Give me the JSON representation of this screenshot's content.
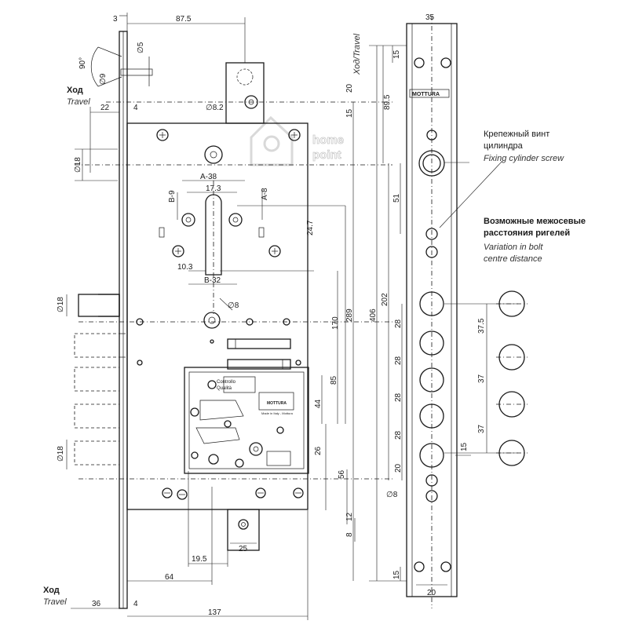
{
  "watermark": {
    "line1": "home",
    "line2": "point"
  },
  "labels": {
    "travel_ru": "Ход",
    "travel_en": "Travel",
    "travel_vertical": "Ход/Travel",
    "fixing_screw_ru_1": "Крепежный винт",
    "fixing_screw_ru_2": "цилиндра",
    "fixing_screw_en": "Fixing cylinder screw",
    "variation_ru_1": "Возможные межосевые",
    "variation_ru_2": "расстояния ригелей",
    "variation_en_1": "Variation in bolt",
    "variation_en_2": "centre distance",
    "brand": "MOTTURA",
    "stamp_1": "Controllo",
    "stamp_2": "Qualità",
    "stamp_3": "Made in Italy - Mottura"
  },
  "dimensions": {
    "top_3": "3",
    "top_87_5": "87.5",
    "angle_90": "90°",
    "dia_5": "∅5",
    "dia_9": "∅9",
    "travel_22": "22",
    "travel_4": "4",
    "dia_8_2": "∅8.2",
    "v_20": "20",
    "v_15": "15",
    "dia_18_top": "∅18",
    "a_38": "A-38",
    "b_9": "B-9",
    "d_17_3": "17.3",
    "a_8": "A-8",
    "d_24_7": "24.7",
    "d_10_3": "10.3",
    "b_32": "B-32",
    "dia_8_mid": "∅8",
    "dia_18_bolt": "∅18",
    "dia_18_low": "∅18",
    "v_170": "170",
    "v_289": "289",
    "v_85": "85",
    "v_44": "44",
    "v_26": "26",
    "v_56": "56",
    "v_8": "8",
    "v_12": "12",
    "h_25": "25",
    "h_19_5": "19.5",
    "h_64": "64",
    "bot_36": "36",
    "bot_4": "4",
    "bot_137": "137",
    "plate_35": "35",
    "plate_15_top": "15",
    "plate_89_5": "89.5",
    "plate_51": "51",
    "plate_406": "406",
    "plate_202": "202",
    "plate_28_a": "28",
    "plate_28_b": "28",
    "plate_28_c": "28",
    "plate_28_d": "28",
    "plate_20": "20",
    "plate_dia_8": "∅8",
    "plate_15_bot": "15",
    "plate_20_bot": "20",
    "var_37_5": "37.5",
    "var_37_a": "37",
    "var_37_b": "37",
    "var_15": "15"
  }
}
